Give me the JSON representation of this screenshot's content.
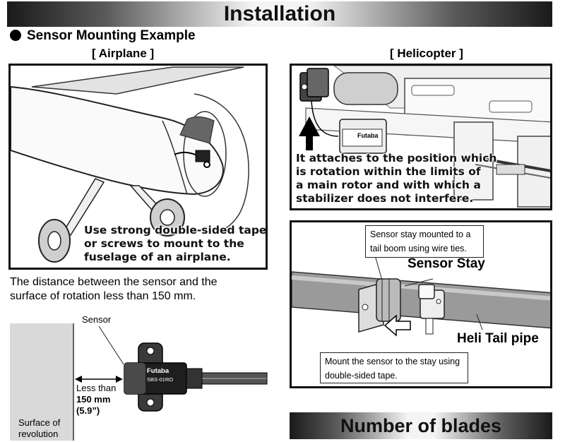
{
  "header": {
    "title": "Installation"
  },
  "section": {
    "title": "Sensor Mounting Example"
  },
  "airplane": {
    "heading": "[ Airplane ]",
    "caption": [
      "Use strong double-sided tape",
      "or screws to mount to the",
      "fuselage of an airplane."
    ]
  },
  "helicopter": {
    "heading": "[ Helicopter ]",
    "caption": [
      "It attaches to the position which",
      "is rotation within the limits of",
      "a main rotor and with which a",
      "stabilizer does not interfere."
    ]
  },
  "distance": {
    "text": [
      "The distance between the sensor and the",
      "surface of rotation less than 150 mm."
    ],
    "sensor_label": "Sensor",
    "less_than": "Less than",
    "value_mm": "150 mm",
    "value_in": "(5.9”)",
    "surface_label": [
      "Surface of",
      "revolution"
    ],
    "sensor_brand": "Futaba",
    "sensor_model": "SBS-01RO"
  },
  "tail": {
    "note_top": [
      "Sensor stay mounted to a",
      "tail boom using wire ties."
    ],
    "sensor_stay": "Sensor Stay",
    "tail_pipe": "Heli Tail pipe",
    "note_bottom": [
      "Mount the sensor to the stay using",
      "double-sided tape."
    ]
  },
  "heli_device": {
    "brand": "Futaba"
  },
  "footer": {
    "title": "Number of blades"
  }
}
